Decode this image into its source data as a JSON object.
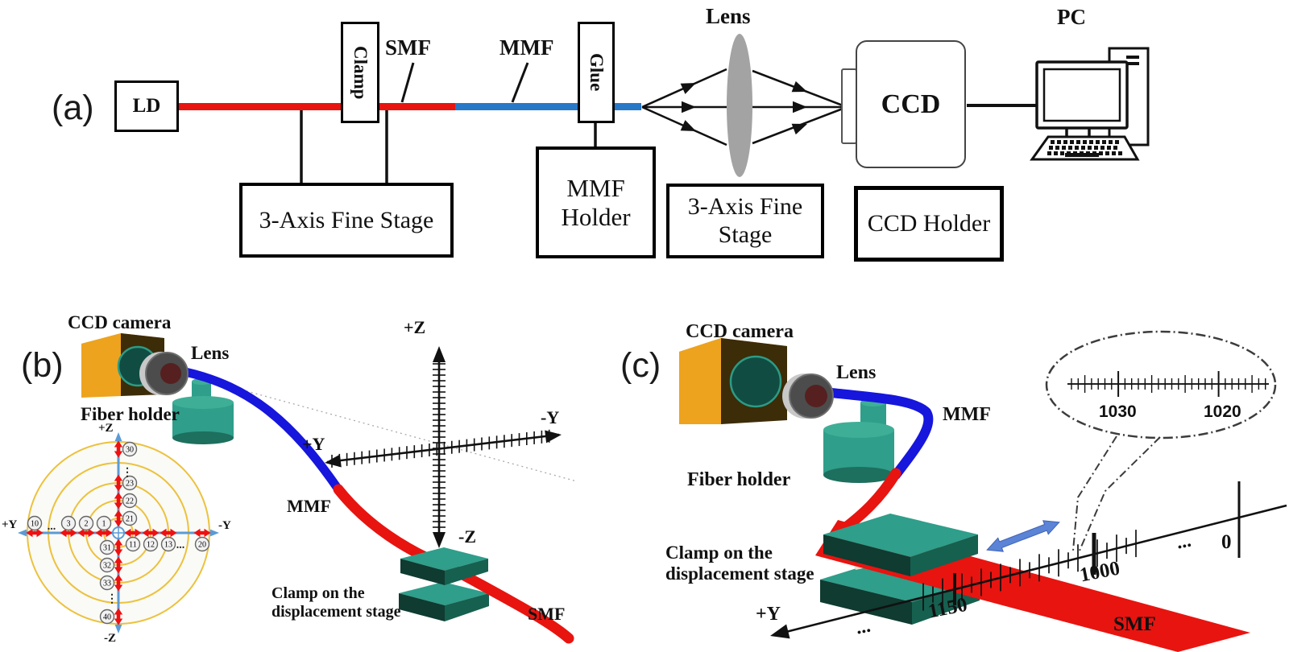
{
  "figure": {
    "panel_a": {
      "tag": "(a)",
      "ld": "LD",
      "clamp": "Clamp",
      "smf": "SMF",
      "mmf": "MMF",
      "glue": "Glue",
      "lens": "Lens",
      "pc": "PC",
      "ccd": "CCD",
      "stage1": "3-Axis Fine Stage",
      "stage2_line1": "3-Axis Fine",
      "stage2_line2": "Stage",
      "mmf_holder_line1": "MMF",
      "mmf_holder_line2": "Holder",
      "ccd_holder": "CCD Holder"
    },
    "panel_b": {
      "tag": "(b)",
      "ccd_camera": "CCD camera",
      "lens": "Lens",
      "fiber_holder": "Fiber holder",
      "mmf": "MMF",
      "smf": "SMF",
      "clamp_line1": "Clamp on the",
      "clamp_line2": "displacement stage",
      "axis_up": "+Z",
      "axis_down": "-Z",
      "axis_left": "+Y",
      "axis_right": "-Y",
      "target": {
        "axis_up": "+Z",
        "axis_down": "-Z",
        "axis_left": "+Y",
        "axis_right": "-Y",
        "nums_left": [
          "10",
          "3",
          "2",
          "1"
        ],
        "nums_right": [
          "11",
          "12",
          "13",
          "20"
        ],
        "nums_up": [
          "21",
          "22",
          "23",
          "30"
        ],
        "nums_down": [
          "31",
          "32",
          "33",
          "40"
        ],
        "dots_left": "...",
        "dots_right": "...",
        "dots_up": "⋮",
        "dots_down": "⋮"
      }
    },
    "panel_c": {
      "tag": "(c)",
      "ccd_camera": "CCD camera",
      "lens": "Lens",
      "fiber_holder": "Fiber holder",
      "mmf": "MMF",
      "smf": "SMF",
      "clamp_line1": "Clamp on the",
      "clamp_line2": "displacement stage",
      "axis_y": "+Y",
      "scale": {
        "t1150": "1150",
        "t1000": "1000",
        "t0": "0",
        "dots_left": "...",
        "dots_right": "...",
        "callout_1030": "1030",
        "callout_1020": "1020"
      }
    }
  },
  "colors": {
    "fiber_red": "#e81410",
    "fiber_blue_panel_a": "#2878c8",
    "fiber_blue": "#1616dd",
    "teal_light": "#2f9e8a",
    "teal_dark": "#0f3b31",
    "teal_side": "#16604f",
    "camera_orange": "#eda31e",
    "lens_gray": "#a3a3a3",
    "target_gold": "#ecc23d",
    "axis_blue": "#5b9bd5",
    "marker_red": "#ee1111",
    "move_arrow_blue": "#5b83d6"
  }
}
